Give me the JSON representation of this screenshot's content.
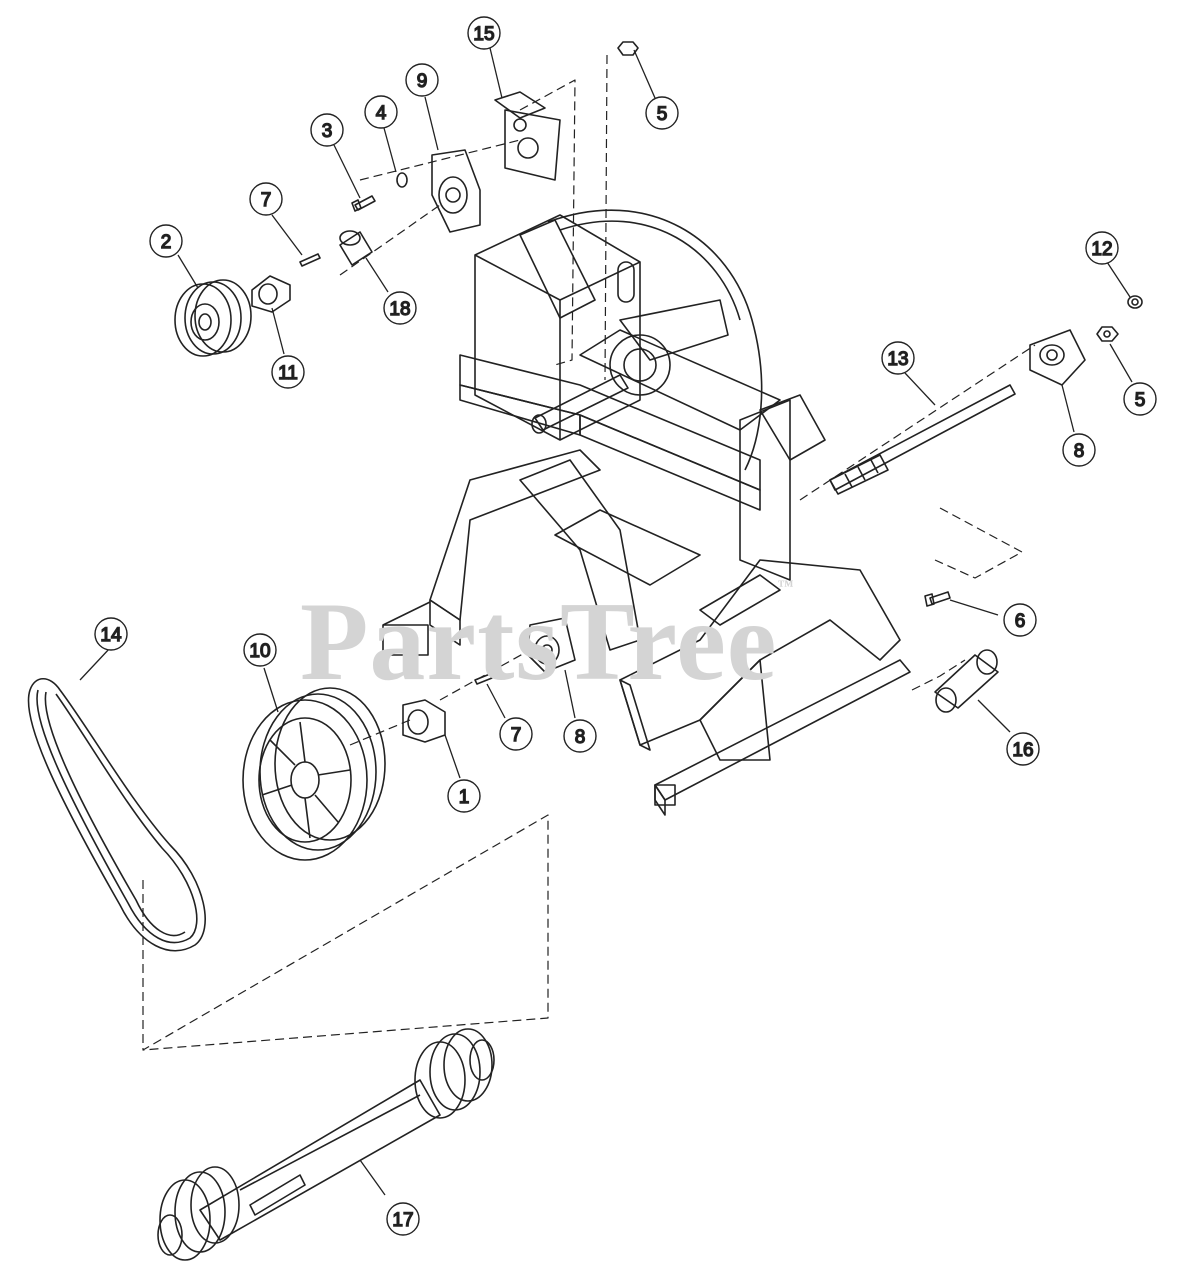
{
  "watermark": {
    "text": "PartsTree",
    "mark": "™"
  },
  "callouts": [
    {
      "id": "c15",
      "label": "15"
    },
    {
      "id": "c5a",
      "label": "5"
    },
    {
      "id": "c9",
      "label": "9"
    },
    {
      "id": "c4",
      "label": "4"
    },
    {
      "id": "c3",
      "label": "3"
    },
    {
      "id": "c7a",
      "label": "7"
    },
    {
      "id": "c2",
      "label": "2"
    },
    {
      "id": "c18",
      "label": "18"
    },
    {
      "id": "c11",
      "label": "11"
    },
    {
      "id": "c12",
      "label": "12"
    },
    {
      "id": "c13",
      "label": "13"
    },
    {
      "id": "c5b",
      "label": "5"
    },
    {
      "id": "c8a",
      "label": "8"
    },
    {
      "id": "c6",
      "label": "6"
    },
    {
      "id": "c14",
      "label": "14"
    },
    {
      "id": "c10",
      "label": "10"
    },
    {
      "id": "c7b",
      "label": "7"
    },
    {
      "id": "c8b",
      "label": "8"
    },
    {
      "id": "c16",
      "label": "16"
    },
    {
      "id": "c1",
      "label": "1"
    },
    {
      "id": "c17",
      "label": "17"
    }
  ]
}
